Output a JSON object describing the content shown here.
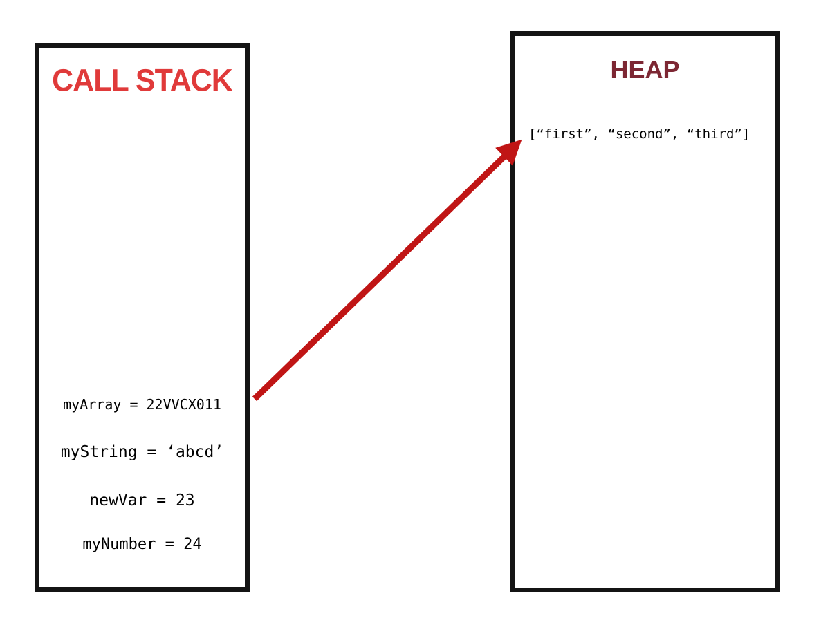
{
  "diagram": {
    "call_stack": {
      "title": "CALL STACK",
      "variables": [
        "myArray = 22VVCX011",
        "myString = ‘abcd’",
        "newVar = 23",
        "myNumber = 24"
      ]
    },
    "heap": {
      "title": "HEAP",
      "values": [
        "[“first”, “second”, “third”]"
      ]
    },
    "arrow": {
      "from": "myArray",
      "to": "heap-array-value"
    }
  },
  "colors": {
    "call_stack_title": "#e03a3a",
    "heap_title": "#7d2733",
    "arrow": "#c01515",
    "box_border": "#141414",
    "text": "#000000",
    "background": "#ffffff"
  }
}
